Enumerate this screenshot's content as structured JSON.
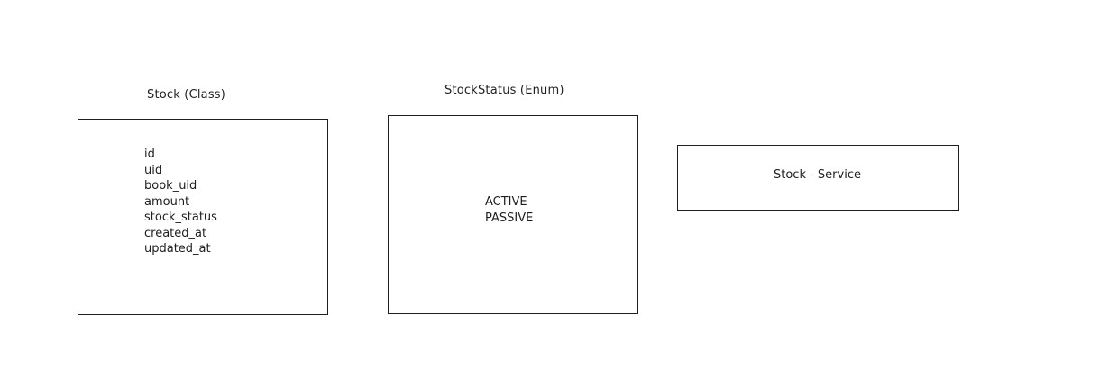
{
  "stock_class": {
    "title": "Stock (Class)",
    "fields": [
      "id",
      "uid",
      "book_uid",
      "amount",
      "stock_status",
      "created_at",
      "updated_at"
    ]
  },
  "stock_status_enum": {
    "title": "StockStatus (Enum)",
    "values": [
      "ACTIVE",
      "PASSIVE"
    ]
  },
  "stock_service": {
    "label": "Stock - Service"
  }
}
